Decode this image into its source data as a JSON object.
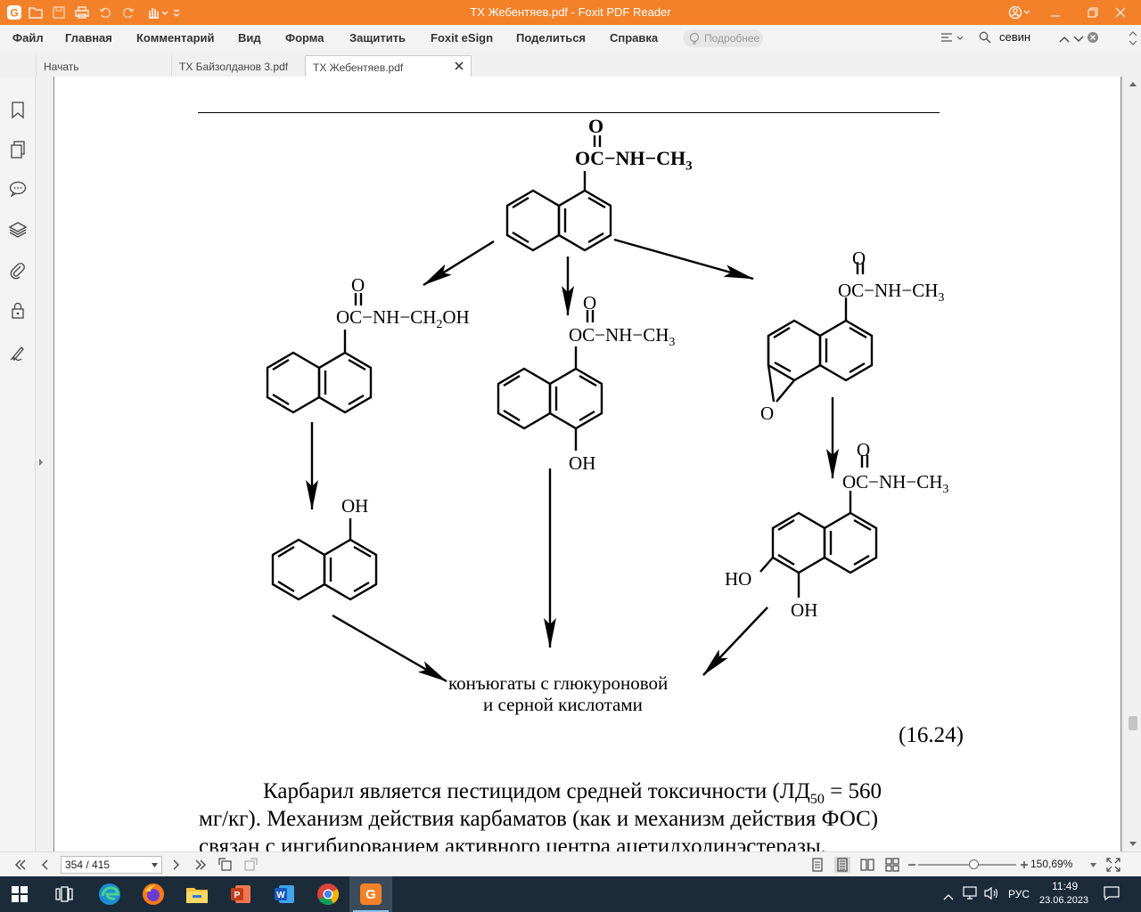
{
  "window": {
    "title": "ТХ Жебентяев.pdf - Foxit PDF Reader"
  },
  "menu": {
    "items": [
      "Файл",
      "Главная",
      "Комментарий",
      "Вид",
      "Форма",
      "Защитить",
      "Foxit eSign",
      "Поделиться",
      "Справка"
    ],
    "hint_placeholder": "Подробнее",
    "search_value": "севин"
  },
  "tabs": [
    {
      "label": "Начать",
      "active": false
    },
    {
      "label": "ТХ Байзолданов 3.pdf",
      "active": false
    },
    {
      "label": "ТХ Жебентяев.pdf",
      "active": true
    }
  ],
  "sidebar": {
    "icons": [
      "bookmark-icon",
      "pages-icon",
      "comment-icon",
      "layers-icon",
      "attachment-icon",
      "security-icon",
      "signature-icon"
    ]
  },
  "document": {
    "equation_number": "(16.24)",
    "labels": {
      "top_carbonyl_O": "O",
      "top_chain": "OC−NH−CH",
      "top_chain_sub": "3",
      "left_carbonyl_O": "O",
      "left_chain_pre": "OC−NH−CH",
      "left_chain_sub": "2",
      "left_chain_post": "OH",
      "mid_carbonyl_O": "O",
      "mid_chain": "OC−NH−CH",
      "mid_chain_sub": "3",
      "mid_oh": "OH",
      "right_carbonyl_O": "O",
      "right_chain": "OC−NH−CH",
      "right_chain_sub": "3",
      "epoxide_O": "O",
      "naphthol_oh": "OH",
      "lower_carbonyl_O": "O",
      "lower_chain": "OC−NH−CH",
      "lower_chain_sub": "3",
      "lower_ho": "HO",
      "lower_oh": "OH",
      "conjugates_line1": "конъюгаты с глюкуроновой",
      "conjugates_line2": "и серной кислотами"
    },
    "body_line1_pre": "Карбарил является пестицидом средней токсичности (ЛД",
    "body_line1_sub": "50",
    "body_line1_post": " = 560",
    "body_line2": "мг/кг). Механизм действия карбаматов (как и механизм действия ФОС)",
    "body_line3": "связан с ингибированием активного центра ацетилхолинэстеразы."
  },
  "status": {
    "page_indicator": "354 / 415",
    "zoom": "150,69%"
  },
  "taskbar": {
    "language": "РУС",
    "time": "11:49",
    "date": "23.06.2023"
  }
}
